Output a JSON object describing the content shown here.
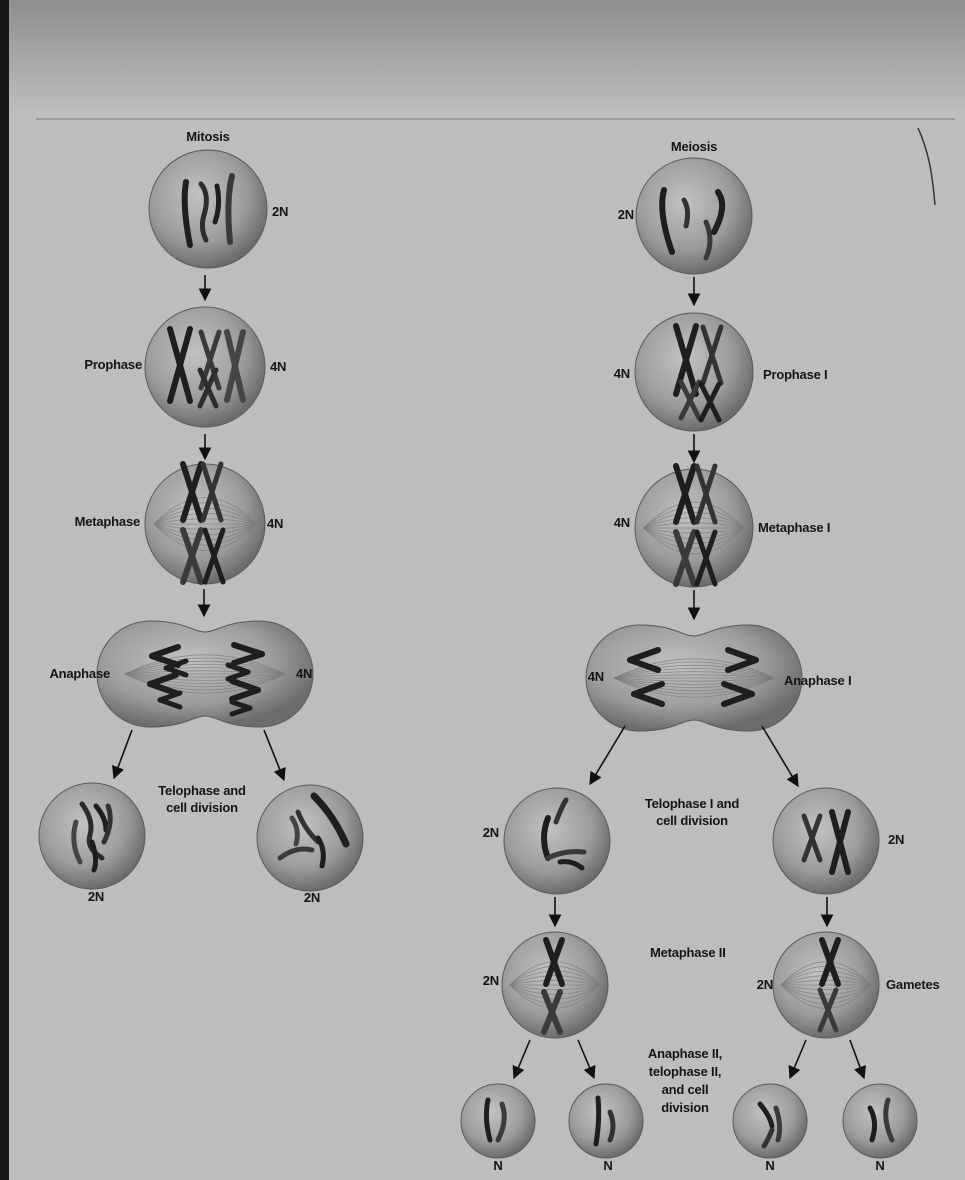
{
  "mitosis": {
    "title": "Mitosis",
    "stages": [
      {
        "name": "",
        "ploidy": "2N"
      },
      {
        "name": "Prophase",
        "ploidy": "4N"
      },
      {
        "name": "Metaphase",
        "ploidy": "4N"
      },
      {
        "name": "Anaphase",
        "ploidy": "4N"
      }
    ],
    "telophase": {
      "line1": "Telophase and",
      "line2": "cell division",
      "daughter_ploidy": [
        "2N",
        "2N"
      ]
    }
  },
  "meiosis": {
    "title": "Meiosis",
    "stages": [
      {
        "name": "",
        "ploidy": "2N"
      },
      {
        "name": "Prophase I",
        "ploidy": "4N"
      },
      {
        "name": "Metaphase I",
        "ploidy": "4N"
      },
      {
        "name": "Anaphase I",
        "ploidy": "4N"
      }
    ],
    "telophase1": {
      "line1": "Telophase I and",
      "line2": "cell division",
      "daughter_ploidy": [
        "2N",
        "2N"
      ]
    },
    "metaphase2": {
      "name": "Metaphase II",
      "ploidy": [
        "2N",
        "2N"
      ]
    },
    "gametes_label": "Gametes",
    "anaphase2": {
      "line1": "Anaphase II,",
      "line2": "telophase II,",
      "line3": "and cell",
      "line4": "division"
    },
    "gamete_ploidy": [
      "N",
      "N",
      "N",
      "N"
    ]
  },
  "colors": {
    "background": "#bdbdbb",
    "cell_light": "#c2c2c2",
    "cell_dark": "#6c6c6c",
    "chromosome": "#1e1e1e"
  }
}
